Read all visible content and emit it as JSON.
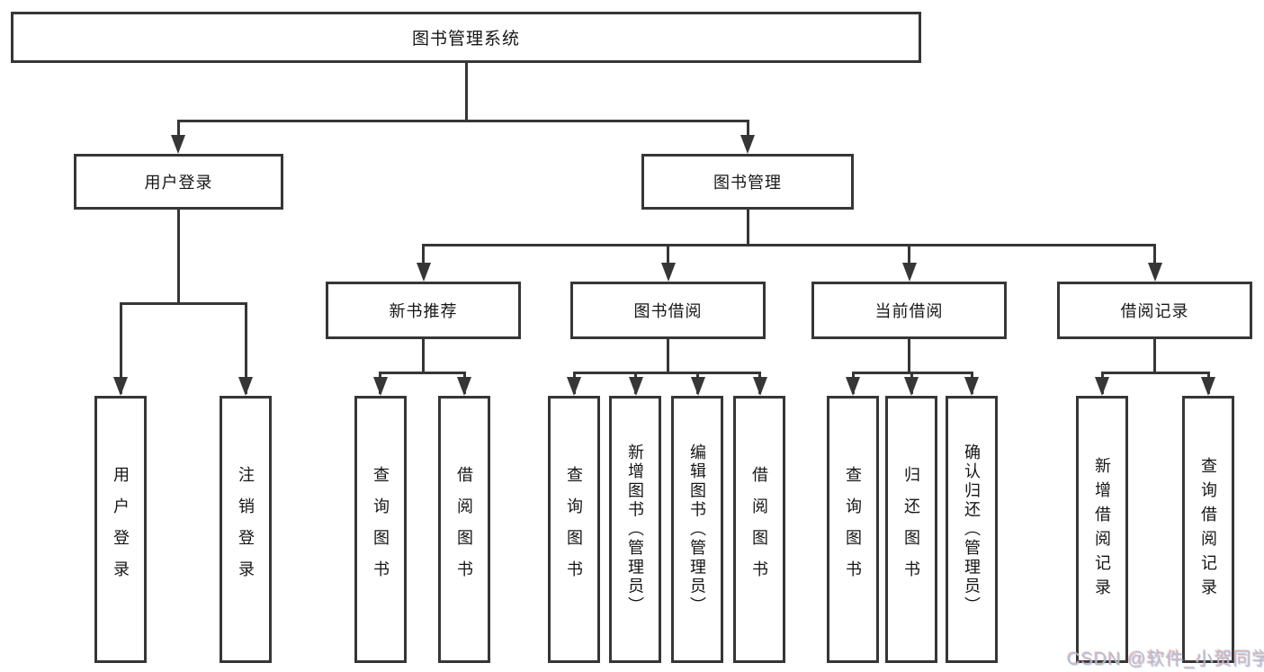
{
  "diagram": {
    "root": {
      "label": "图书管理系统"
    },
    "level2": [
      {
        "label": "用户登录"
      },
      {
        "label": "图书管理"
      }
    ],
    "level3": [
      {
        "label": "新书推荐"
      },
      {
        "label": "图书借阅"
      },
      {
        "label": "当前借阅"
      },
      {
        "label": "借阅记录"
      }
    ],
    "leaves": {
      "user_login": [
        "用户登录",
        "注销登录"
      ],
      "new_book_recommend": [
        "查询图书",
        "借阅图书"
      ],
      "book_borrow": [
        "查询图书",
        "新增图书（管理员）",
        "编辑图书（管理员）",
        "借阅图书"
      ],
      "current_borrow": [
        "查询图书",
        "归还图书",
        "确认归还（管理员）"
      ],
      "borrow_records": [
        "新增借阅记录",
        "查询借阅记录"
      ]
    }
  },
  "watermark": {
    "text": "CSDN @软件_小贺同学"
  },
  "colors": {
    "line": "#363636",
    "text": "#161616",
    "background": "#ffffff",
    "watermark": "#b7bdc5"
  }
}
